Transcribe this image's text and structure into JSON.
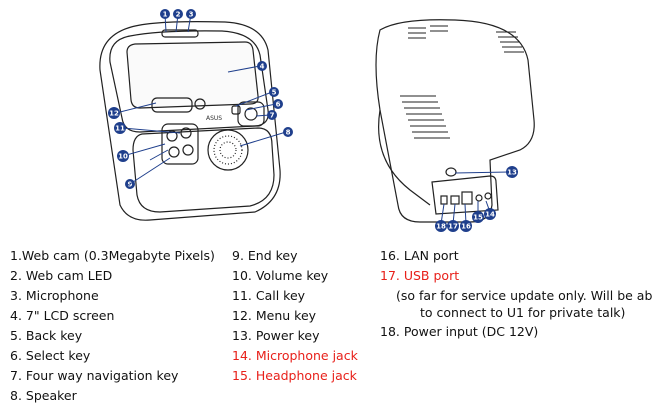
{
  "legend": {
    "col1": [
      {
        "text": "1.Web cam (0.3Megabyte Pixels)",
        "highlight": false
      },
      {
        "text": "2. Web cam LED",
        "highlight": false
      },
      {
        "text": "3. Microphone",
        "highlight": false
      },
      {
        "text": "4. 7\" LCD screen",
        "highlight": false
      },
      {
        "text": "5. Back key",
        "highlight": false
      },
      {
        "text": "6. Select key",
        "highlight": false
      },
      {
        "text": "7. Four way navigation key",
        "highlight": false
      },
      {
        "text": "8. Speaker",
        "highlight": false
      }
    ],
    "col2": [
      {
        "text": "9. End key",
        "highlight": false
      },
      {
        "text": "10. Volume key",
        "highlight": false
      },
      {
        "text": "11. Call key",
        "highlight": false
      },
      {
        "text": "12. Menu key",
        "highlight": false
      },
      {
        "text": "13. Power key",
        "highlight": false
      },
      {
        "text": "14. Microphone jack",
        "highlight": true
      },
      {
        "text": "15. Headphone jack",
        "highlight": true
      }
    ],
    "col3": [
      {
        "text": "16. LAN port",
        "highlight": false
      },
      {
        "text": "17. USB port",
        "highlight": true
      }
    ],
    "note_line1": "(so far for service update only. Will be able",
    "note_line2": "to connect to U1 for private talk)",
    "col3_last": {
      "text": "18. Power input (DC 12V)",
      "highlight": false
    }
  },
  "diagram": {
    "brand": "ASUS",
    "callouts": [
      "1",
      "2",
      "3",
      "4",
      "5",
      "6",
      "7",
      "8",
      "9",
      "10",
      "11",
      "12",
      "13",
      "14",
      "15",
      "16",
      "17",
      "18"
    ]
  },
  "colors": {
    "highlight": "#e8201a",
    "callout": "#1f3f8c",
    "text": "#111111"
  }
}
